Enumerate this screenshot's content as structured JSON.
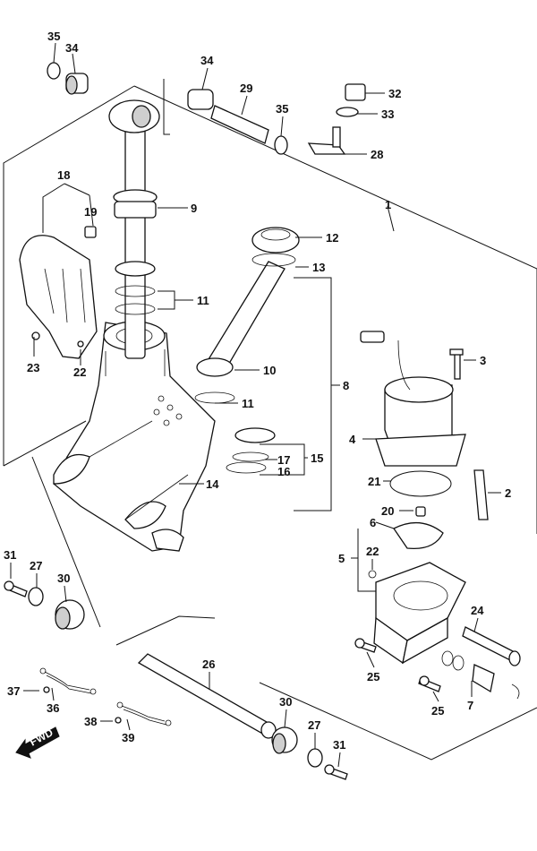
{
  "diagram": {
    "fwd_label": "FWD",
    "callouts": [
      {
        "id": "c35a",
        "label": "35"
      },
      {
        "id": "c34a",
        "label": "34"
      },
      {
        "id": "c34b",
        "label": "34"
      },
      {
        "id": "c29",
        "label": "29"
      },
      {
        "id": "c35b",
        "label": "35"
      },
      {
        "id": "c32",
        "label": "32"
      },
      {
        "id": "c33",
        "label": "33"
      },
      {
        "id": "c28",
        "label": "28"
      },
      {
        "id": "c18",
        "label": "18"
      },
      {
        "id": "c19",
        "label": "19"
      },
      {
        "id": "c9",
        "label": "9"
      },
      {
        "id": "c1",
        "label": "1"
      },
      {
        "id": "c12",
        "label": "12"
      },
      {
        "id": "c13",
        "label": "13"
      },
      {
        "id": "c11a",
        "label": "11"
      },
      {
        "id": "c23",
        "label": "23"
      },
      {
        "id": "c22a",
        "label": "22"
      },
      {
        "id": "c10",
        "label": "10"
      },
      {
        "id": "c3",
        "label": "3"
      },
      {
        "id": "c8",
        "label": "8"
      },
      {
        "id": "c11b",
        "label": "11"
      },
      {
        "id": "c4",
        "label": "4"
      },
      {
        "id": "c17",
        "label": "17"
      },
      {
        "id": "c15",
        "label": "15"
      },
      {
        "id": "c16",
        "label": "16"
      },
      {
        "id": "c14",
        "label": "14"
      },
      {
        "id": "c21",
        "label": "21"
      },
      {
        "id": "c2",
        "label": "2"
      },
      {
        "id": "c20",
        "label": "20"
      },
      {
        "id": "c6",
        "label": "6"
      },
      {
        "id": "c5",
        "label": "5"
      },
      {
        "id": "c22b",
        "label": "22"
      },
      {
        "id": "c31a",
        "label": "31"
      },
      {
        "id": "c27a",
        "label": "27"
      },
      {
        "id": "c30a",
        "label": "30"
      },
      {
        "id": "c24",
        "label": "24"
      },
      {
        "id": "c25a",
        "label": "25"
      },
      {
        "id": "c26",
        "label": "26"
      },
      {
        "id": "c7",
        "label": "7"
      },
      {
        "id": "c25b",
        "label": "25"
      },
      {
        "id": "c37",
        "label": "37"
      },
      {
        "id": "c36",
        "label": "36"
      },
      {
        "id": "c38",
        "label": "38"
      },
      {
        "id": "c39",
        "label": "39"
      },
      {
        "id": "c30b",
        "label": "30"
      },
      {
        "id": "c27b",
        "label": "27"
      },
      {
        "id": "c31b",
        "label": "31"
      }
    ]
  }
}
